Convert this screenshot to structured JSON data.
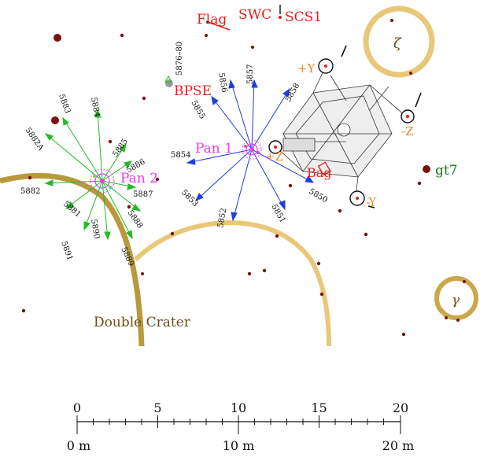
{
  "labels": {
    "flag": "Flag",
    "swc": "SWC",
    "scs1": "SCS1",
    "bpse": "BPSE",
    "pan1": "Pan 1",
    "pan2": "Pan 2",
    "bag": "Bag",
    "gt7": "gt7",
    "zeta": "ζ",
    "gamma": "γ",
    "double_crater": "Double Crater",
    "lm_plus_y": "+Y",
    "lm_minus_y": "-Y",
    "lm_minus_z": "-Z",
    "lm_plus_z": "+Z",
    "photo_5876_80": "5876–80"
  },
  "pan1_photos": [
    "5850",
    "5851",
    "5852",
    "5853",
    "5854",
    "5855",
    "5856",
    "5857",
    "5858"
  ],
  "pan2_photos": [
    "5882A",
    "5882",
    "5883",
    "5884",
    "5885",
    "5886",
    "5887",
    "5888",
    "5889",
    "5890",
    "5891",
    "5881"
  ],
  "scale_bar": {
    "top_ticks": [
      "0",
      "5",
      "10",
      "15",
      "20"
    ],
    "bottom_ticks": [
      "0 m",
      "10 m",
      "20 m"
    ]
  },
  "colors": {
    "crater_fill": "#e8c878",
    "crater_dark": "#b89a3c",
    "rock": "#7a1010",
    "pan1_rays": "#1f3ee0",
    "pan2_rays": "#22bb22",
    "magenta": "#e83ee8",
    "red_text": "#e02020",
    "orange": "#f08a24",
    "green_text": "#1c7a1c",
    "crater_text": "#6b4e16"
  }
}
